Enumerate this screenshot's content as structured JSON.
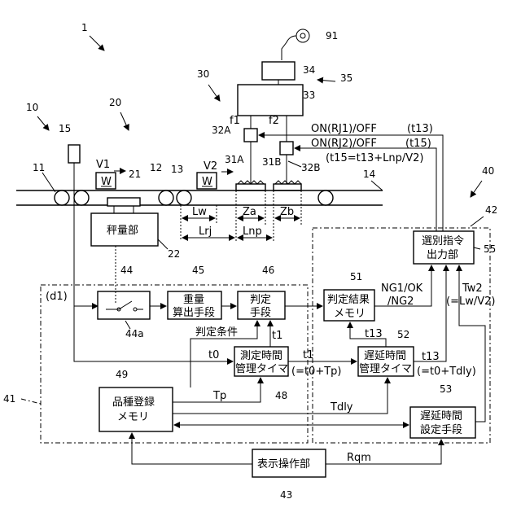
{
  "refs": {
    "device": "1",
    "conveyor": "10",
    "conveyor_belt": "11",
    "conveyor_12": "12",
    "conveyor_13": "13",
    "conveyor_14": "14",
    "sensor": "15",
    "weigher": "20",
    "weigh_conveyor": "21",
    "weigh_unit": "22",
    "sorter": "30",
    "sort_31A": "31A",
    "sort_31B": "31B",
    "valve_32A": "32A",
    "valve_32B": "32B",
    "unit_33": "33",
    "unit_34": "34",
    "unit_35": "35",
    "controller": "40",
    "ctrl_41": "41",
    "ctrl_42": "42",
    "ctrl_43": "43",
    "switch_44": "44",
    "switch_44a": "44a",
    "calc_45": "45",
    "judge_46": "46",
    "timer_48": "48",
    "memory_49": "49",
    "result_51": "51",
    "delay_52": "52",
    "delay_set_53": "53",
    "select_55": "55",
    "source_91": "91"
  },
  "blocks": {
    "weigh_unit": "秤量部",
    "weight_calc_l1": "重量",
    "weight_calc_l2": "算出手段",
    "judge_l1": "判定",
    "judge_l2": "手段",
    "result_mem_l1": "判定結果",
    "result_mem_l2": "メモリ",
    "select_out_l1": "選別指令",
    "select_out_l2": "出力部",
    "meas_timer_l1": "測定時間",
    "meas_timer_l2": "管理タイマ",
    "delay_timer_l1": "遅延時間",
    "delay_timer_l2": "管理タイマ",
    "product_mem_l1": "品種登録",
    "product_mem_l2": "メモリ",
    "delay_set_l1": "遅延時間",
    "delay_set_l2": "設定手段",
    "display_op": "表示操作部"
  },
  "labels": {
    "w1": "W",
    "w2": "W",
    "v1": "V1",
    "v2": "V2",
    "f1": "f1",
    "f2": "f2",
    "lw": "Lw",
    "za": "Za",
    "zb": "Zb",
    "lrj": "Lrj",
    "lnp": "Lnp",
    "d1": "(d1)",
    "on_rj1": "ON(RJ1)/OFF",
    "t13_top": "(t13)",
    "on_rj2": "ON(RJ2)/OFF",
    "t15": "(t15)",
    "t15_eq": "(t15=t13+Lnp/V2)",
    "ng1": "NG1/OK",
    "ng2": "/NG2",
    "tw2": "Tw2",
    "tw2_eq": "(=Lw/V2)",
    "judge_cond": "判定条件",
    "t1_up": "t1",
    "t0": "t0",
    "t1_right": "t1",
    "t1_eq": "(=t0+Tp)",
    "t13_mid": "t13",
    "t13_right": "t13",
    "t13_eq": "(=t0+Tdly)",
    "tp": "Tp",
    "tdly": "Tdly",
    "rqm": "Rqm"
  }
}
